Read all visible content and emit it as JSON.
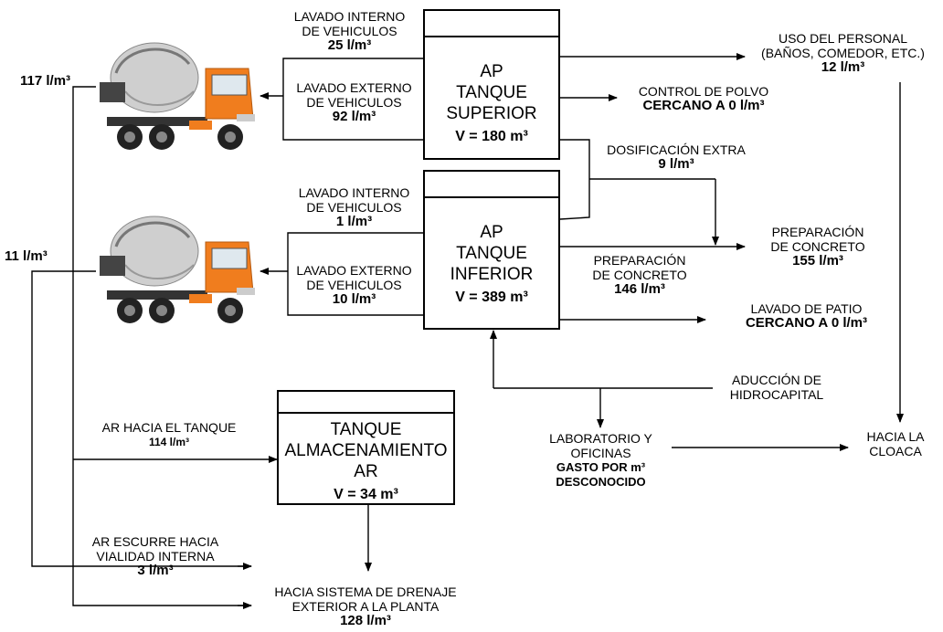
{
  "tanks": {
    "superior": {
      "l1": "AP",
      "l2": "TANQUE",
      "l3": "SUPERIOR",
      "vol": "V = 180 m³"
    },
    "inferior": {
      "l1": "AP",
      "l2": "TANQUE",
      "l3": "INFERIOR",
      "vol": "V = 389 m³"
    },
    "ar": {
      "l1": "TANQUE",
      "l2": "ALMACENAMIENTO",
      "l3": "AR",
      "vol": "V = 34 m³"
    }
  },
  "labels": {
    "lav_int_sup": {
      "l1": "LAVADO INTERNO",
      "l2": "DE VEHICULOS",
      "val": "25 l/m³"
    },
    "lav_ext_sup": {
      "l1": "LAVADO EXTERNO",
      "l2": "DE VEHICULOS",
      "val": "92 l/m³"
    },
    "lav_int_inf": {
      "l1": "LAVADO INTERNO",
      "l2": "DE VEHICULOS",
      "val": "1 l/m³"
    },
    "lav_ext_inf": {
      "l1": "LAVADO EXTERNO",
      "l2": "DE VEHICULOS",
      "val": "10 l/m³"
    },
    "uso_personal": {
      "l1": "USO DEL PERSONAL",
      "l2": "(BAÑOS, COMEDOR, ETC.)",
      "val": "12 l/m³"
    },
    "control_polvo": {
      "l1": "CONTROL DE POLVO",
      "val": "CERCANO A 0 l/m³"
    },
    "dosificacion": {
      "l1": "DOSIFICACIÓN EXTRA",
      "val": "9 l/m³"
    },
    "prep_concreto_total": {
      "l1": "PREPARACIÓN",
      "l2": "DE CONCRETO",
      "val": "155 l/m³"
    },
    "prep_concreto_inf": {
      "l1": "PREPARACIÓN",
      "l2": "DE CONCRETO",
      "val": "146 l/m³"
    },
    "lavado_patio": {
      "l1": "LAVADO DE PATIO",
      "val": "CERCANO A 0 l/m³"
    },
    "aduccion": {
      "l1": "ADUCCIÓN DE",
      "l2": "HIDROCAPITAL"
    },
    "laboratorio": {
      "l1": "LABORATORIO Y",
      "l2": "OFICINAS",
      "v1": "GASTO POR m³",
      "v2": "DESCONOCIDO"
    },
    "cloaca": {
      "l1": "HACIA LA",
      "l2": "CLOACA"
    },
    "ar_tanque": {
      "l1": "AR HACIA EL TANQUE",
      "val": "114 l/m³"
    },
    "ar_escurre": {
      "l1": "AR ESCURRE  HACIA",
      "l2": "VIALIDAD INTERNA",
      "val": "3 l/m³"
    },
    "drenaje": {
      "l1": "HACIA SISTEMA DE DRENAJE",
      "l2": "EXTERIOR A LA PLANTA",
      "val": "128 l/m³"
    },
    "left_117": "117 l/m³",
    "left_11": "11 l/m³"
  },
  "icons": [
    "concrete-mixer-truck",
    "concrete-mixer-truck"
  ],
  "colors": {
    "truck_cab": "#f07d1e",
    "drum": "#c9c9c9",
    "line": "#000000"
  }
}
